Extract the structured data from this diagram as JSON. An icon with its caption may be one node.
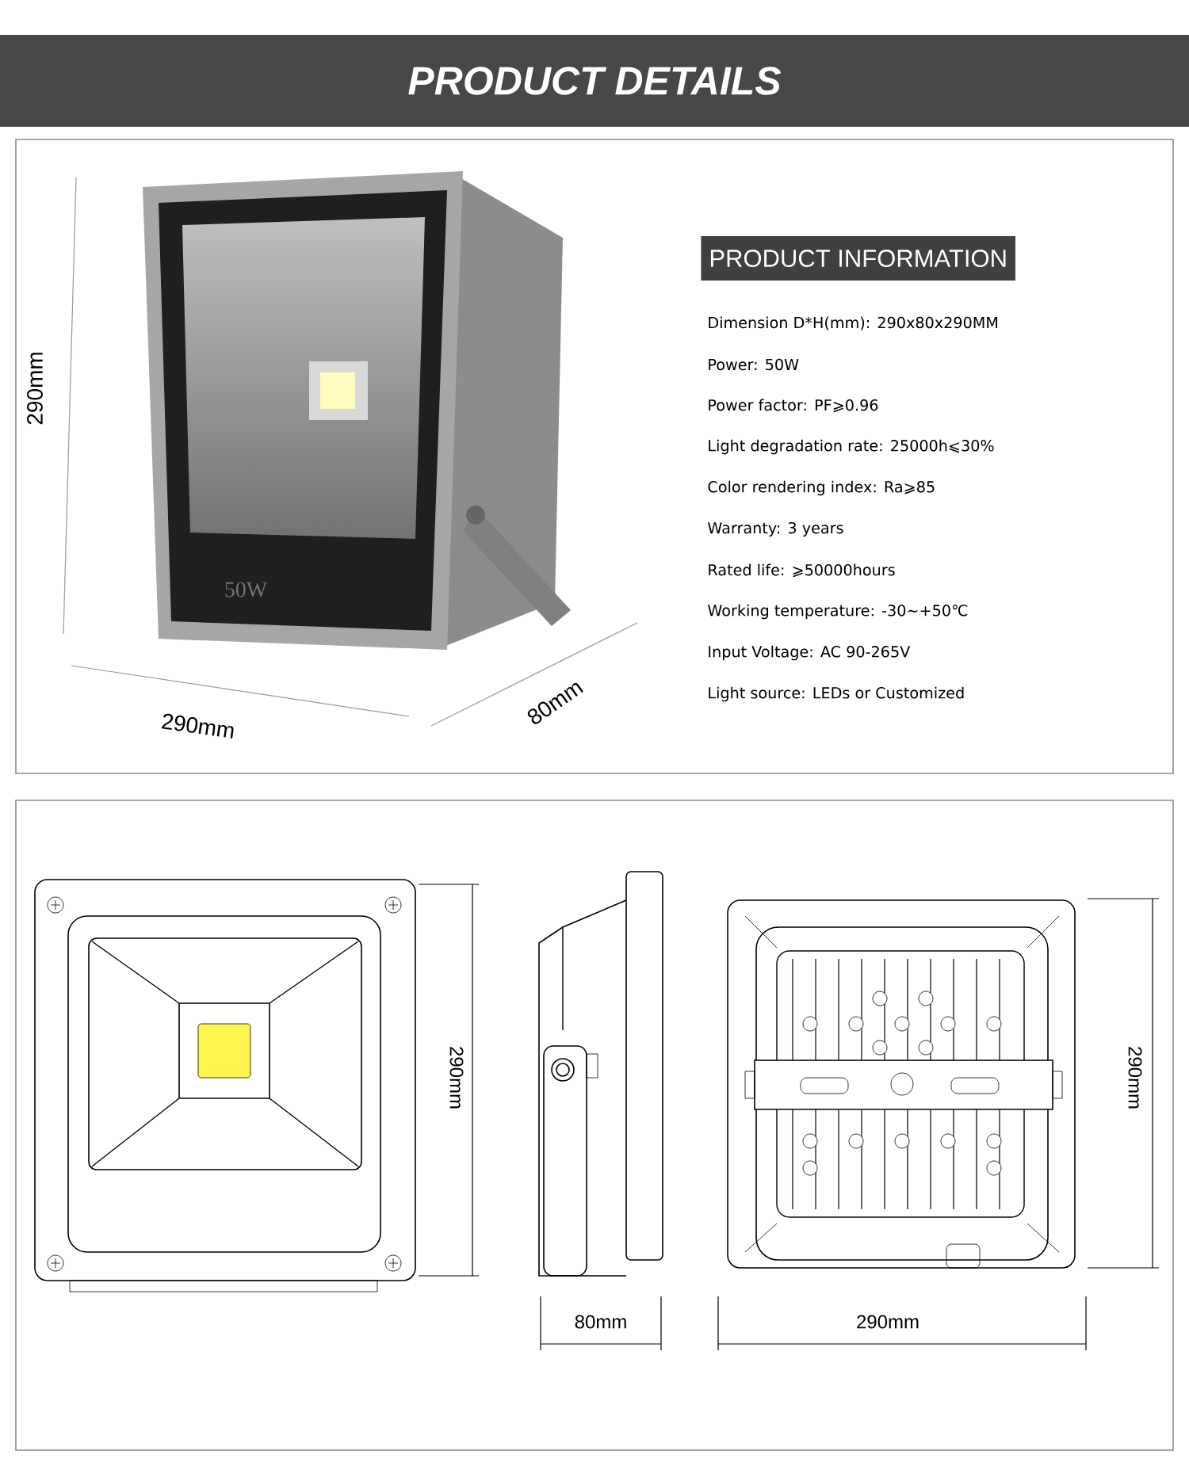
{
  "diagram": {
    "title": "PRODUCT DETAILS",
    "nodes": [
      {
        "text": [
          "PRODUCT INFORMATION"
        ]
      }
    ],
    "labels": [
      "290mm",
      "50W",
      "290mm",
      "80mm",
      "Dimension D*H(mm): 290x80x290MM",
      "Power: 50W",
      "Power factor: PF⩾0.96",
      "Light degradation rate: 25000h⩽30%",
      "Color rendering index: Ra⩾85",
      "Warranty: 3 years",
      "Rated life: ⩾50000hours",
      "Working temperature: -30~+50℃",
      "Input Voltage: AC 90-265V",
      "Light source: LEDs or Customized",
      "290mm",
      "80mm",
      "290mm",
      "290mm"
    ]
  }
}
